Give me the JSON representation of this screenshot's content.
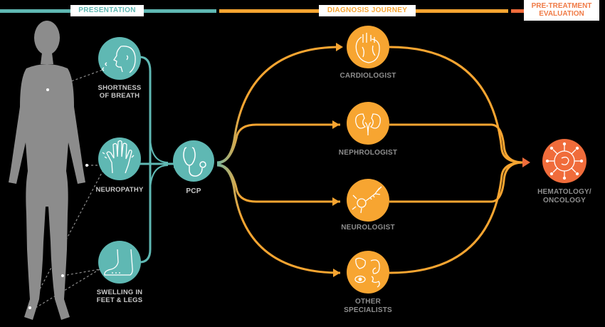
{
  "colors": {
    "teal": "#5fb8b3",
    "orange": "#f7a531",
    "red_orange": "#f06c3b",
    "body_gray": "#8c8c8c",
    "label_gray": "#8e8e8e"
  },
  "header": {
    "presentation": "PRESENTATION",
    "diagnosis": "DIAGNOSIS JOURNEY",
    "pre_treatment": "PRE-TREATMENT EVALUATION"
  },
  "symptoms": [
    {
      "label": "SHORTNESS OF BREATH",
      "icon": "face-breath-icon"
    },
    {
      "label": "NEUROPATHY",
      "icon": "hand-icon"
    },
    {
      "label": "SWELLING IN FEET & LEGS",
      "icon": "foot-icon"
    }
  ],
  "pcp": {
    "label": "PCP",
    "icon": "stethoscope-icon"
  },
  "specialists": [
    {
      "label": "CARDIOLOGIST",
      "icon": "heart-icon"
    },
    {
      "label": "NEPHROLOGIST",
      "icon": "kidney-icon"
    },
    {
      "label": "NEUROLOGIST",
      "icon": "neuron-icon"
    },
    {
      "label": "OTHER SPECIALISTS",
      "icon": "organs-icon"
    }
  ],
  "destination": {
    "label": "HEMATOLOGY/ ONCOLOGY",
    "icon": "cell-icon"
  }
}
